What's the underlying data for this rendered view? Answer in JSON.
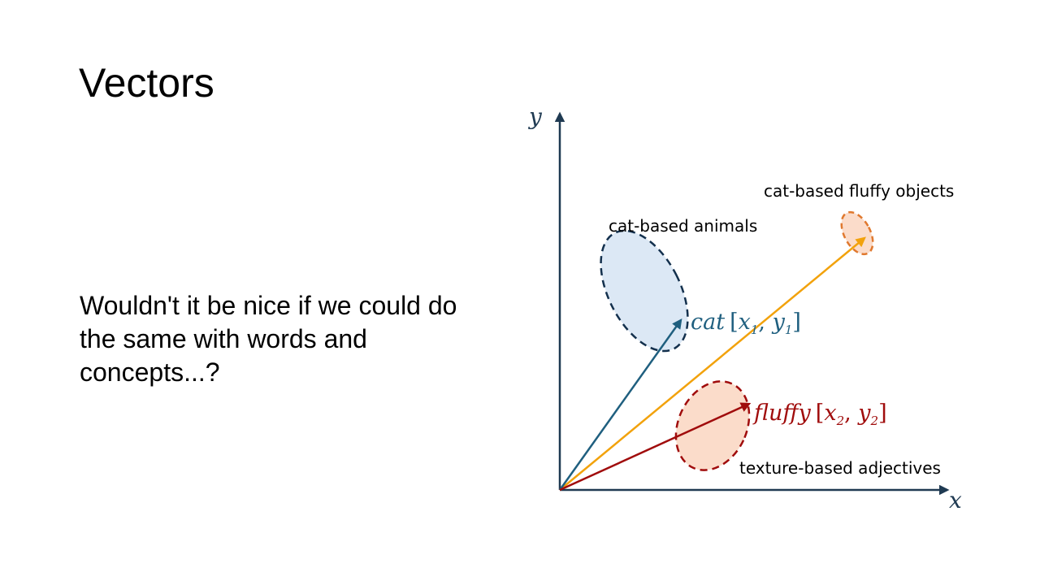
{
  "slide": {
    "title": "Vectors",
    "body": "Wouldn't it be nice if we could do the same with words and concepts...?"
  },
  "diagram": {
    "axes": {
      "x_label": "x",
      "y_label": "y"
    },
    "clusters": {
      "animals": "cat-based animals",
      "fluffy_objects": "cat-based fluffy objects",
      "adjectives": "texture-based adjectives"
    },
    "vectors": {
      "cat": {
        "word": "cat",
        "x": "x",
        "x_sub": "1",
        "y": "y",
        "y_sub": "1"
      },
      "fluffy": {
        "word": "fluffy",
        "x": "x",
        "x_sub": "2",
        "y": "y",
        "y_sub": "2"
      }
    },
    "colors": {
      "axis": "#1f3a52",
      "cat_vector": "#1f5f7f",
      "fluffy_vector": "#a00c0c",
      "combined_vector": "#f2a20c",
      "animals_fill": "#dce8f5",
      "animals_stroke": "#13304d",
      "fluffy_fill": "#fbdcca",
      "fluffy_stroke": "#a00c0c",
      "objects_fill": "#fbdcca",
      "objects_stroke": "#e0792f"
    }
  }
}
